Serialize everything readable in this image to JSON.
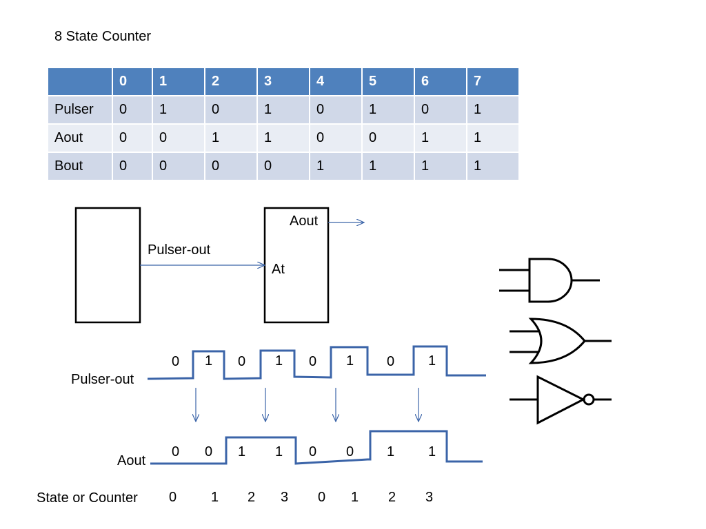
{
  "title": "8 State Counter",
  "table": {
    "headers": [
      "",
      "0",
      "1",
      "2",
      "3",
      "4",
      "5",
      "6",
      "7"
    ],
    "rows": [
      {
        "label": "Pulser",
        "values": [
          "0",
          "1",
          "0",
          "1",
          "0",
          "1",
          "0",
          "1"
        ]
      },
      {
        "label": "Aout",
        "values": [
          "0",
          "0",
          "1",
          "1",
          "0",
          "0",
          "1",
          "1"
        ]
      },
      {
        "label": "Bout",
        "values": [
          "0",
          "0",
          "0",
          "0",
          "1",
          "1",
          "1",
          "1"
        ]
      }
    ]
  },
  "block_diagram": {
    "pulser_out_label": "Pulser-out",
    "at_label": "At",
    "aout_label": "Aout"
  },
  "timing": {
    "pulser_label": "Pulser-out",
    "pulser_bits": [
      "0",
      "1",
      "0",
      "1",
      "0",
      "1",
      "0",
      "1"
    ],
    "aout_label": "Aout",
    "aout_bits": [
      "0",
      "0",
      "1",
      "1",
      "0",
      "0",
      "1",
      "1"
    ],
    "counter_label": "State or Counter",
    "counter_values": [
      "0",
      "1",
      "2",
      "3",
      "0",
      "1",
      "2",
      "3"
    ]
  },
  "gates": [
    "and-gate",
    "or-gate",
    "not-gate"
  ],
  "colors": {
    "header": "#4f81bd",
    "row_dark": "#d0d8e8",
    "row_light": "#e9edf4",
    "signal": "#3b64a8"
  }
}
